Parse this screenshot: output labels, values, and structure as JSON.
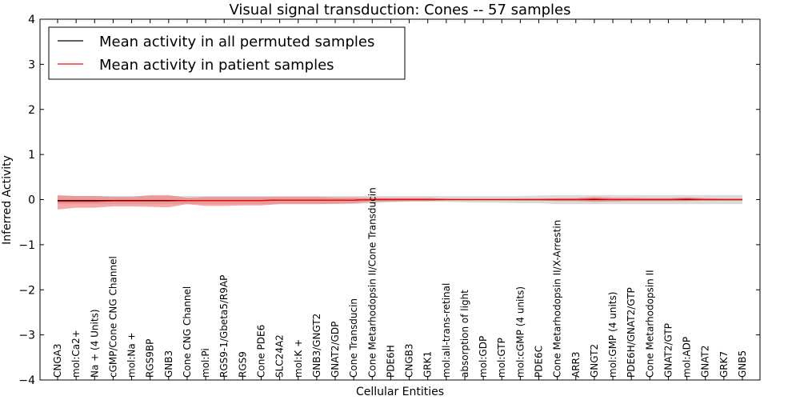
{
  "chart_data": {
    "type": "line",
    "title": "Visual signal transduction: Cones -- 57 samples",
    "xlabel": "Cellular Entities",
    "ylabel": "Inferred Activity",
    "ylim": [
      -4,
      4
    ],
    "yticks": [
      "−4",
      "−3",
      "−2",
      "−1",
      "0",
      "1",
      "2",
      "3",
      "4"
    ],
    "yticks_values": [
      -4,
      -3,
      -2,
      -1,
      0,
      1,
      2,
      3,
      4
    ],
    "grid": false,
    "legend_position": "top-left",
    "categories": [
      "CNGA3",
      "mol:Ca2+",
      "Na + (4 Units)",
      "cGMP/Cone CNG Channel",
      "mol:Na +",
      "RGS9BP",
      "GNB3",
      "Cone CNG Channel",
      "mol:Pi",
      "RGS9-1/Gbeta5/R9AP",
      "RGS9",
      "Cone PDE6",
      "SLC24A2",
      "mol:K +",
      "GNB3/GNGT2",
      "GNAT2/GDP",
      "Cone Transducin",
      "Cone Metarhodopsin II/Cone Transducin",
      "PDE6H",
      "CNGB3",
      "GRK1",
      "mol:all-trans-retinal",
      "absorption of light",
      "mol:GDP",
      "mol:GTP",
      "mol:cGMP (4 units)",
      "PDE6C",
      "Cone Metarhodopsin II/X-Arrestin",
      "ARR3",
      "GNGT2",
      "mol:GMP (4 units)",
      "PDE6H/GNAT2/GTP",
      "Cone Metarhodopsin II",
      "GNAT2/GTP",
      "mol:ADP",
      "GNAT2",
      "GRK7",
      "GNB5"
    ],
    "series": [
      {
        "name": "Mean activity in all permuted samples",
        "color": "#000000",
        "band_color": "#b0b0b0",
        "values": [
          -0.02,
          -0.02,
          -0.02,
          -0.02,
          -0.02,
          -0.02,
          -0.02,
          -0.02,
          -0.02,
          -0.02,
          -0.02,
          -0.02,
          -0.01,
          -0.01,
          -0.01,
          -0.01,
          -0.01,
          0.0,
          0.0,
          0.0,
          0.0,
          0.0,
          0.0,
          0.0,
          0.0,
          0.0,
          0.0,
          0.0,
          0.0,
          0.0,
          0.0,
          0.0,
          0.0,
          0.0,
          0.0,
          0.0,
          0.0,
          0.0
        ],
        "band_upper": [
          0.08,
          0.08,
          0.08,
          0.08,
          0.08,
          0.08,
          0.08,
          0.08,
          0.08,
          0.08,
          0.08,
          0.08,
          0.08,
          0.08,
          0.08,
          0.08,
          0.08,
          0.08,
          0.08,
          0.08,
          0.08,
          0.08,
          0.08,
          0.08,
          0.08,
          0.08,
          0.09,
          0.1,
          0.1,
          0.1,
          0.1,
          0.1,
          0.1,
          0.1,
          0.1,
          0.1,
          0.1,
          0.1
        ],
        "band_lower": [
          -0.1,
          -0.1,
          -0.1,
          -0.1,
          -0.1,
          -0.1,
          -0.1,
          -0.1,
          -0.1,
          -0.1,
          -0.1,
          -0.1,
          -0.1,
          -0.1,
          -0.1,
          -0.1,
          -0.1,
          -0.08,
          -0.06,
          -0.05,
          -0.05,
          -0.05,
          -0.06,
          -0.07,
          -0.07,
          -0.08,
          -0.08,
          -0.1,
          -0.1,
          -0.1,
          -0.1,
          -0.1,
          -0.1,
          -0.1,
          -0.1,
          -0.1,
          -0.1,
          -0.1
        ]
      },
      {
        "name": "Mean activity in patient samples",
        "color": "#ff0000",
        "band_color": "#f07070",
        "values": [
          -0.04,
          -0.04,
          -0.04,
          -0.03,
          -0.03,
          -0.03,
          -0.03,
          -0.02,
          -0.02,
          -0.02,
          -0.02,
          -0.02,
          -0.01,
          -0.01,
          -0.01,
          -0.01,
          -0.01,
          0.0,
          0.0,
          0.0,
          0.0,
          0.0,
          0.0,
          0.0,
          0.0,
          0.0,
          0.0,
          0.0,
          0.0,
          0.01,
          0.0,
          0.0,
          0.0,
          0.0,
          0.01,
          0.0,
          0.0,
          0.0
        ],
        "band_upper": [
          0.1,
          0.08,
          0.08,
          0.06,
          0.06,
          0.1,
          0.1,
          0.04,
          0.06,
          0.06,
          0.06,
          0.06,
          0.06,
          0.06,
          0.06,
          0.05,
          0.05,
          0.04,
          0.04,
          0.04,
          0.04,
          0.02,
          0.01,
          0.01,
          0.01,
          0.02,
          0.02,
          0.03,
          0.03,
          0.06,
          0.04,
          0.04,
          0.03,
          0.03,
          0.05,
          0.03,
          0.02,
          0.02
        ],
        "band_lower": [
          -0.22,
          -0.18,
          -0.18,
          -0.15,
          -0.15,
          -0.16,
          -0.17,
          -0.1,
          -0.14,
          -0.14,
          -0.13,
          -0.13,
          -0.1,
          -0.1,
          -0.1,
          -0.09,
          -0.08,
          -0.05,
          -0.04,
          -0.03,
          -0.03,
          -0.01,
          -0.01,
          -0.01,
          -0.01,
          -0.02,
          -0.02,
          -0.03,
          -0.03,
          -0.05,
          -0.04,
          -0.03,
          -0.03,
          -0.03,
          -0.03,
          -0.02,
          -0.02,
          -0.02
        ]
      }
    ]
  }
}
